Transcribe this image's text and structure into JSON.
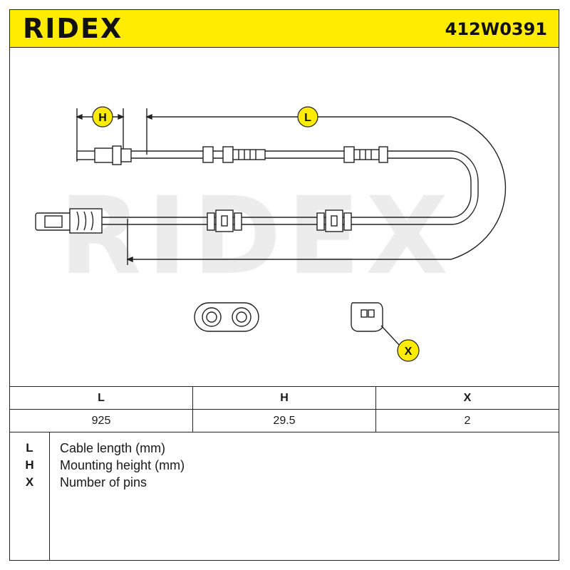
{
  "header": {
    "brand": "RIDEX",
    "part_number": "412W0391",
    "background": "#ffec00"
  },
  "drawing": {
    "watermark": "RIDEX",
    "callouts": {
      "H": "H",
      "L": "L",
      "X": "X"
    }
  },
  "spec_table": {
    "headers": [
      "L",
      "H",
      "X"
    ],
    "values": [
      "925",
      "29.5",
      "2"
    ]
  },
  "legend": [
    {
      "key": "L",
      "description": "Cable length (mm)"
    },
    {
      "key": "H",
      "description": "Mounting height (mm)"
    },
    {
      "key": "X",
      "description": "Number of pins"
    }
  ]
}
